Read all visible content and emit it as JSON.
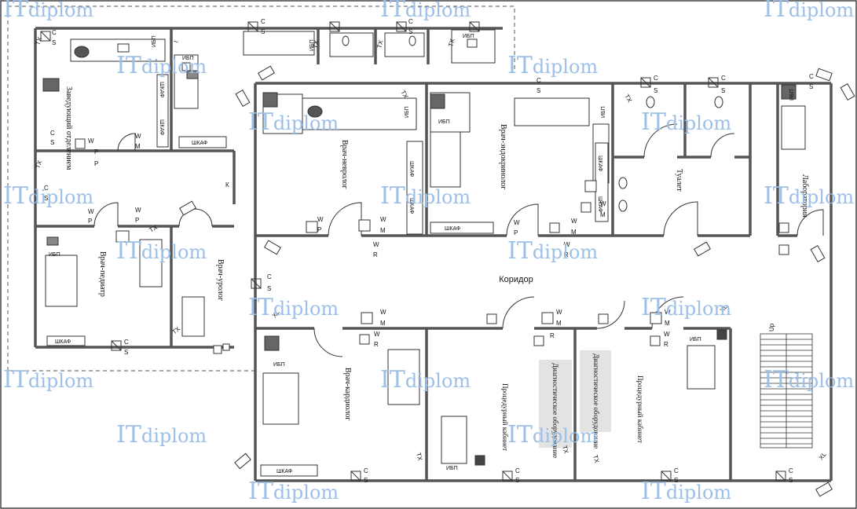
{
  "watermark": {
    "prefix": "IT",
    "suffix": "diplom"
  },
  "rooms": {
    "head": "Заведующий отделением",
    "pediatr": "Врач-педиатр",
    "urolog": "Врач-уролог",
    "nevrolog": "Врач-невролог",
    "endokrinolog": "Врач-эндокринолог",
    "toilet": "Туалет",
    "lab": "Лаборатория",
    "kardiolog": "Врач-кардиолог",
    "procedural": "Процедурный кабинет",
    "diagnostic": "Диагностическое оборудование",
    "corridor": "Коридор"
  },
  "labels": {
    "cabinet": "ШКАФ",
    "ups": "ИБП",
    "tx": "TX",
    "xl": "XL",
    "s": "S",
    "c": "C",
    "w": "W",
    "m": "M",
    "p": "P",
    "r": "R",
    "i": "I",
    "k": "К",
    "up": "Up"
  },
  "colors": {
    "wall": "#555555",
    "line": "#222222",
    "watermark": "#9cc0e8",
    "highlight": "#e3e3e3"
  }
}
